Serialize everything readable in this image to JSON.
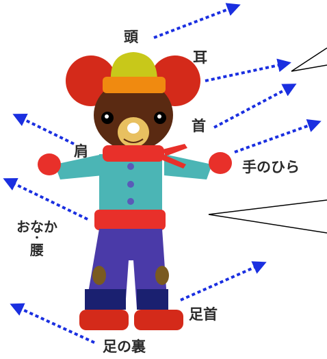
{
  "labels": {
    "head": "頭",
    "ear": "耳",
    "neck": "首",
    "shoulder": "肩",
    "palm": "手のひら",
    "belly_line1": "おなか",
    "belly_dot": "・",
    "belly_line2": "腰",
    "ankle": "足首",
    "sole": "足の裏"
  },
  "colors": {
    "arrow": "#1a2fe0",
    "ear": "#d42a1a",
    "hat_yellow": "#c8c81a",
    "hat_orange": "#f08a10",
    "face": "#5a2a12",
    "muzzle": "#e8c060",
    "scarf": "#e8302a",
    "shirt": "#4bb5b5",
    "pants": "#4a3aa8",
    "pants_cuff": "#1a2070",
    "shoe": "#d42a1a"
  }
}
